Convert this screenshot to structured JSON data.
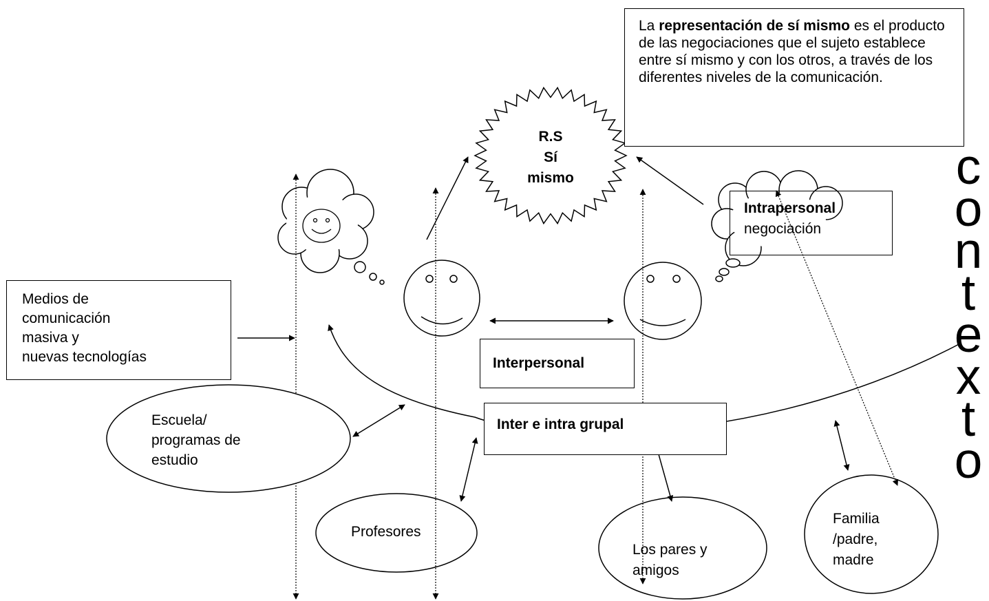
{
  "definition": {
    "prefix": "La ",
    "bold": "representación de sí mismo",
    "suffix": " es el producto de las negociaciones que el sujeto establece entre sí mismo y con los otros, a través de los diferentes niveles de la comunicación."
  },
  "self_star": {
    "line1": "R.S",
    "line2": "Sí",
    "line3": "mismo"
  },
  "intrapersonal": {
    "title": "Intrapersonal",
    "subtitle": "negociación"
  },
  "media": {
    "line1": "Medios de",
    "line2": "comunicación",
    "line3": "masiva y",
    "line4": "nuevas tecnologías"
  },
  "interpersonal": "Interpersonal",
  "group": "Inter e intra grupal",
  "school": {
    "line1": "Escuela/",
    "line2": "programas de",
    "line3": "estudio"
  },
  "teachers": "Profesores",
  "peers": {
    "line1": "Los pares y",
    "line2": "amigos"
  },
  "family": {
    "line1": "Familia",
    "line2": "/padre,",
    "line3": "madre"
  },
  "context_word": [
    "c",
    "o",
    "n",
    "t",
    "e",
    "x",
    "t",
    "o"
  ]
}
